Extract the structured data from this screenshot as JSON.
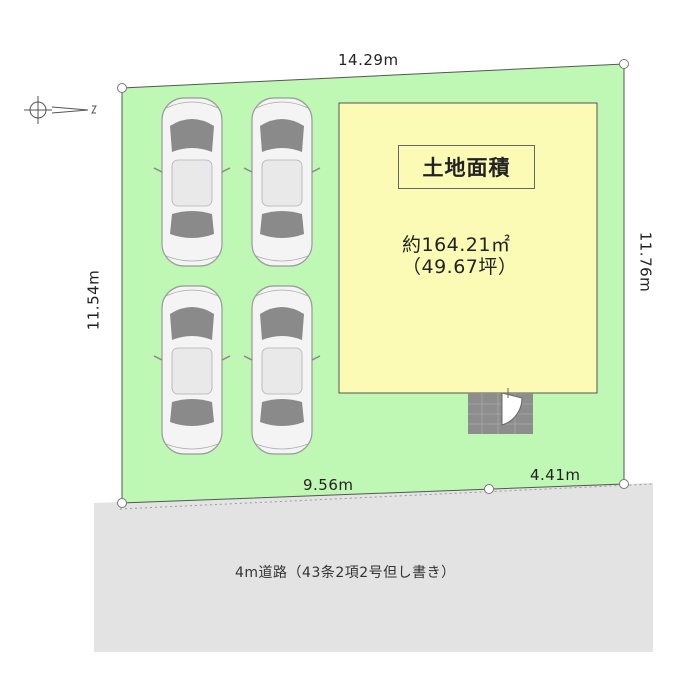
{
  "dimensions": {
    "top": "14.29m",
    "left": "11.54m",
    "right": "11.76m",
    "bottom_left": "9.56m",
    "bottom_right": "4.41m"
  },
  "land_area": {
    "heading": "土地面積",
    "sqm": "約164.21㎡",
    "tsubo": "（49.67坪）"
  },
  "road": {
    "label": "4m道路（43条2項2号但し書き）"
  },
  "colors": {
    "lot_fill": "#bff7b4",
    "building_fill": "#fbfbb6",
    "road_fill": "#e3e3e3",
    "stairs_fill": "#888888"
  },
  "parking": {
    "car_count": 4
  },
  "compass": {
    "direction": "N"
  }
}
